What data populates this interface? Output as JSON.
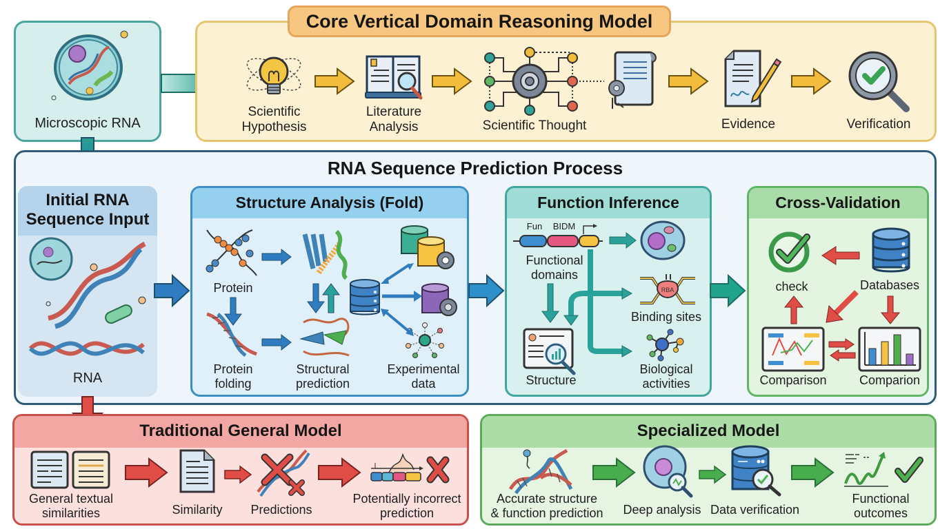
{
  "microscopic": {
    "label": "Microscopic RNA",
    "icon": "cell-with-rna-icon"
  },
  "core": {
    "title": "Core Vertical Domain Reasoning Model",
    "steps": [
      {
        "label_line1": "Scientific",
        "label_line2": "Hypothesis",
        "icon": "lightbulb-atom-icon"
      },
      {
        "label_line1": "Literature",
        "label_line2": "Analysis",
        "icon": "book-magnifier-icon"
      },
      {
        "label_line1": "Scientific Thought",
        "label_line2": "",
        "icon": "gear-network-icon"
      },
      {
        "label_line1": "",
        "label_line2": "",
        "icon": "document-gear-icon"
      },
      {
        "label_line1": "Evidence",
        "label_line2": "",
        "icon": "signed-document-pencil-icon"
      },
      {
        "label_line1": "Verification",
        "label_line2": "",
        "icon": "magnifier-check-icon"
      }
    ]
  },
  "process": {
    "title": "RNA Sequence Prediction Process",
    "initial": {
      "title_line1": "Initial RNA",
      "title_line2": "Sequence Input",
      "label": "RNA"
    },
    "structure": {
      "title": "Structure Analysis (Fold)",
      "items": {
        "protein": "Protein",
        "folding_line1": "Protein",
        "folding_line2": "folding",
        "structural_line1": "Structural",
        "structural_line2": "prediction",
        "experimental_line1": "Experimental",
        "experimental_line2": "data"
      }
    },
    "function": {
      "title": "Function Inference",
      "gene_label_1": "Fun",
      "gene_label_2": "BIDM",
      "domains_line1": "Functional",
      "domains_line2": "domains",
      "binding": "Binding sites",
      "binding_protein_text": "RBA",
      "structure": "Structure",
      "bio_line1": "Biological",
      "bio_line2": "activities"
    },
    "cross": {
      "title": "Cross-Validation",
      "check": "check",
      "databases": "Databases",
      "comparison": "Comparison",
      "comparion": "Comparion"
    }
  },
  "traditional": {
    "title": "Traditional General Model",
    "steps": [
      {
        "line1": "General textual",
        "line2": "similarities"
      },
      {
        "line1": "Similarity",
        "line2": ""
      },
      {
        "line1": "Predictions",
        "line2": ""
      },
      {
        "line1": "Potentially incorrect",
        "line2": "prediction"
      }
    ]
  },
  "specialized": {
    "title": "Specialized Model",
    "steps": [
      {
        "line1": "Accurate structure",
        "line2": "& function prediction"
      },
      {
        "line1": "Deep analysis",
        "line2": ""
      },
      {
        "line1": "Data verification",
        "line2": ""
      },
      {
        "line1": "Functional",
        "line2": "outcomes"
      }
    ]
  },
  "colors": {
    "teal": "#2a9d8f",
    "blue_arrow": "#2c7bbf",
    "yellow_arrow": "#f2bd3c",
    "red_arrow": "#e04d47",
    "green_arrow": "#47ad4d",
    "core_border": "#e7c470",
    "process_border": "#2e5b76"
  }
}
